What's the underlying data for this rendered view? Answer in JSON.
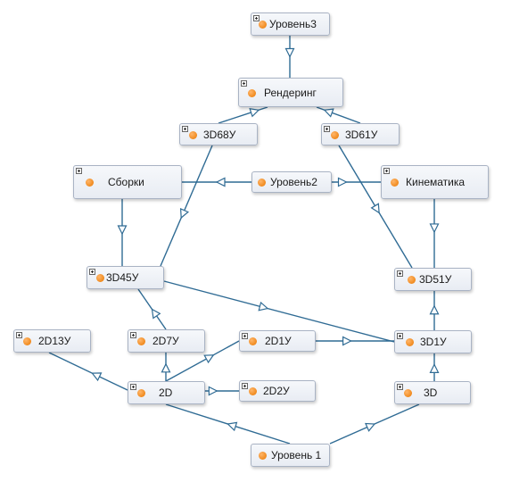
{
  "diagram": {
    "line_color": "#2f6b94",
    "dot_color": "#f08a1e",
    "nodes": {
      "level3": "Уровень3",
      "render": "Рендеринг",
      "d68": "3D68У",
      "d61": "3D61У",
      "assemblies": "Сборки",
      "level2": "Уровень2",
      "kinematics": "Кинематика",
      "d45": "3D45У",
      "d51": "3D51У",
      "d2d13": "2D13У",
      "d2d7": "2D7У",
      "d2d1": "2D1У",
      "d3d1": "3D1У",
      "d2d": "2D",
      "d2d2": "2D2У",
      "d3d": "3D",
      "level1": "Уровень 1"
    }
  }
}
